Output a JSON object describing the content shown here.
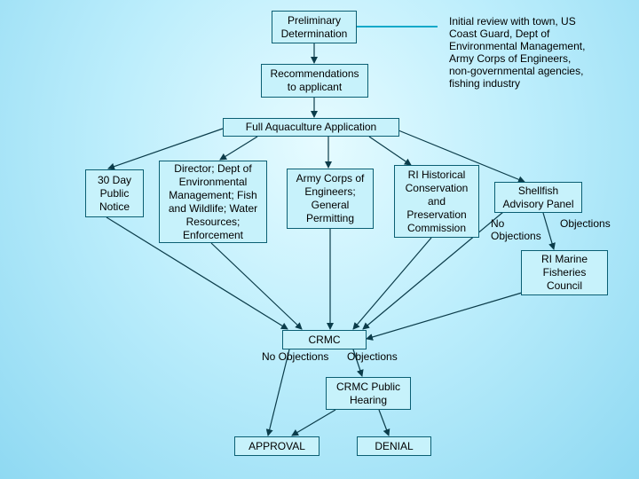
{
  "nodes": {
    "preliminary": "Preliminary\nDetermination",
    "recommendations": "Recommendations\nto applicant",
    "full_application": "Full Aquaculture Application",
    "public_notice": "30 Day\nPublic\nNotice",
    "director": "Director; Dept of\nEnvironmental\nManagement; Fish\nand Wildlife; Water\nResources;\nEnforcement",
    "army": "Army Corps of\nEngineers;\nGeneral\nPermitting",
    "ri_historical": "RI Historical\nConservation\nand\nPreservation\nCommission",
    "shellfish": "Shellfish\nAdvisory Panel",
    "marine_fisheries": "RI Marine\nFisheries\nCouncil",
    "crmc": "CRMC",
    "crmc_hearing": "CRMC Public\nHearing",
    "approval": "APPROVAL",
    "denial": "DENIAL"
  },
  "notes": {
    "initial_review": "Initial review with town, US\nCoast Guard, Dept of\nEnvironmental Management,\nArmy Corps of Engineers,\nnon-governmental agencies,\nfishing industry"
  },
  "edge_labels": {
    "shellfish_no_objections": "No\nObjections",
    "shellfish_objections": "Objections",
    "crmc_no_objections": "No Objections",
    "crmc_objections": "Objections"
  }
}
